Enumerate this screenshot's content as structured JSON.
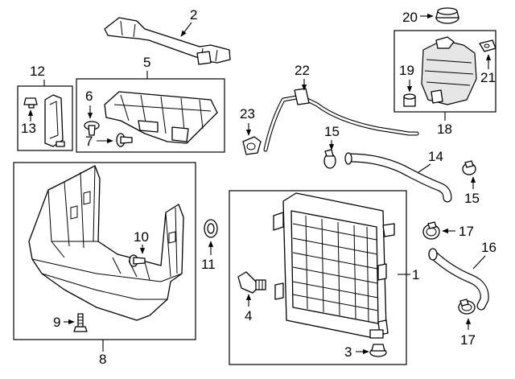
{
  "diagram": {
    "callouts": {
      "c1": "1",
      "c2": "2",
      "c3": "3",
      "c4": "4",
      "c5": "5",
      "c6": "6",
      "c7": "7",
      "c8": "8",
      "c9": "9",
      "c10": "10",
      "c11": "11",
      "c12": "12",
      "c13": "13",
      "c14": "14",
      "c15a": "15",
      "c15b": "15",
      "c16": "16",
      "c17a": "17",
      "c17b": "17",
      "c18": "18",
      "c19": "19",
      "c20": "20",
      "c21": "21",
      "c22": "22",
      "c23": "23"
    }
  }
}
